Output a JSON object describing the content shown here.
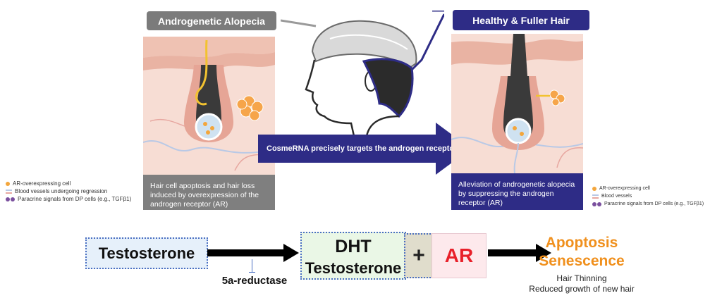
{
  "top": {
    "left_label": "Androgenetic Alopecia",
    "right_label": "Healthy & Fuller Hair",
    "arrow_text": "CosmeRNA precisely targets the androgen receptor",
    "left_caption": "Hair cell apoptosis and hair loss induced by overexpression of the androgen receptor (AR)",
    "right_caption": "Alleviation of androgenetic alopecia by suppressing the androgen receptor (AR)"
  },
  "legend_left": [
    {
      "text": "AR-overexpressing cell",
      "icon": "orange-dot-icon"
    },
    {
      "text": "Blood vessels undergoing regression",
      "icon": "blood-vessel-icon"
    },
    {
      "text": "Paracrine signals from DP cells (e.g., TGFβ1)",
      "icon": "purple-dots-icon"
    }
  ],
  "legend_right": [
    {
      "text": "AR-overexpressing cell",
      "icon": "orange-dot-icon"
    },
    {
      "text": "Blood vessels",
      "icon": "blood-vessel-icon"
    },
    {
      "text": "Paracrine signals from DP cells (e.g., TGFβ1)",
      "icon": "purple-dots-icon"
    }
  ],
  "pathway": {
    "testosterone": "Testosterone",
    "enzyme": "5a-reductase",
    "dht_line1": "DHT",
    "dht_line2": "Testosterone",
    "plus": "+",
    "ar": "AR",
    "apoptosis": "Apoptosis",
    "senescence": "Senescence",
    "effect1": "Hair Thinning",
    "effect2": "Reduced growth of new hair"
  },
  "colors": {
    "gray_label": "#7b7b7b",
    "navy": "#2e2c86",
    "caption_gray": "#7f7f7f",
    "orange": "#f0901d",
    "red": "#e8202a",
    "dashed_blue": "#4a6fc2",
    "testosterone_bg": "#e6f0fa",
    "dht_bg": "#eaf7e6",
    "plus_bg": "#e0ddcc",
    "ar_bg": "#fde9ec"
  }
}
